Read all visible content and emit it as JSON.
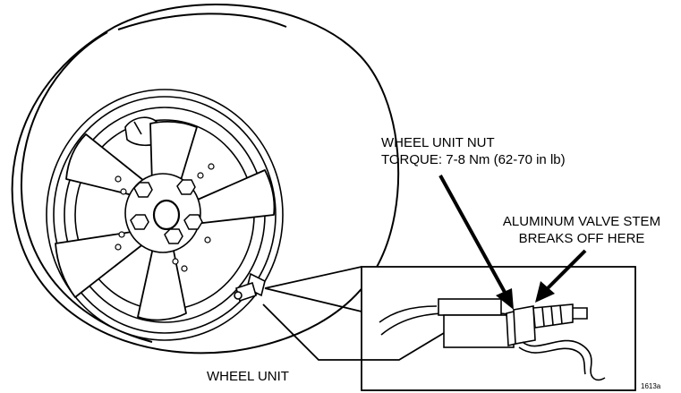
{
  "callouts": {
    "wheel_unit_nut": {
      "line1": "WHEEL UNIT NUT",
      "line2": "TORQUE: 7-8 Nm (62-70 in lb)"
    },
    "valve_stem": {
      "line1": "ALUMINUM VALVE STEM",
      "line2": "BREAKS OFF HERE"
    },
    "wheel_unit": "WHEEL UNIT"
  },
  "figure_number": "1613a",
  "colors": {
    "ink": "#000000",
    "paper": "#ffffff"
  }
}
